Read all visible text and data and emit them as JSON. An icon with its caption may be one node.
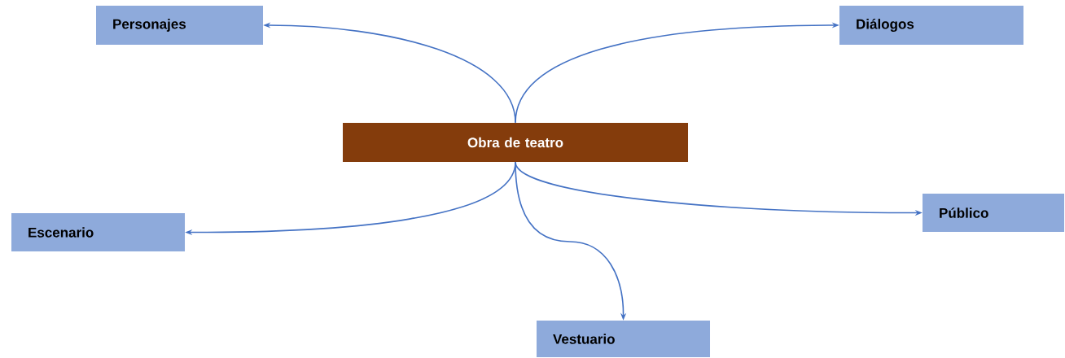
{
  "diagram": {
    "nodes": [
      {
        "text": [
          "Obra de teatro"
        ]
      },
      {
        "text": [
          "Personajes"
        ]
      },
      {
        "text": [
          "Diálogos"
        ]
      },
      {
        "text": [
          "Escenario"
        ]
      },
      {
        "text": [
          "Público"
        ]
      },
      {
        "text": [
          "Vestuario"
        ]
      }
    ],
    "edges": [
      {
        "from": 0,
        "to": 1,
        "arrow": "to"
      },
      {
        "from": 0,
        "to": 2,
        "arrow": "to"
      },
      {
        "from": 0,
        "to": 3,
        "arrow": "to"
      },
      {
        "from": 0,
        "to": 4,
        "arrow": "to"
      },
      {
        "from": 0,
        "to": 5,
        "arrow": "to"
      }
    ]
  }
}
